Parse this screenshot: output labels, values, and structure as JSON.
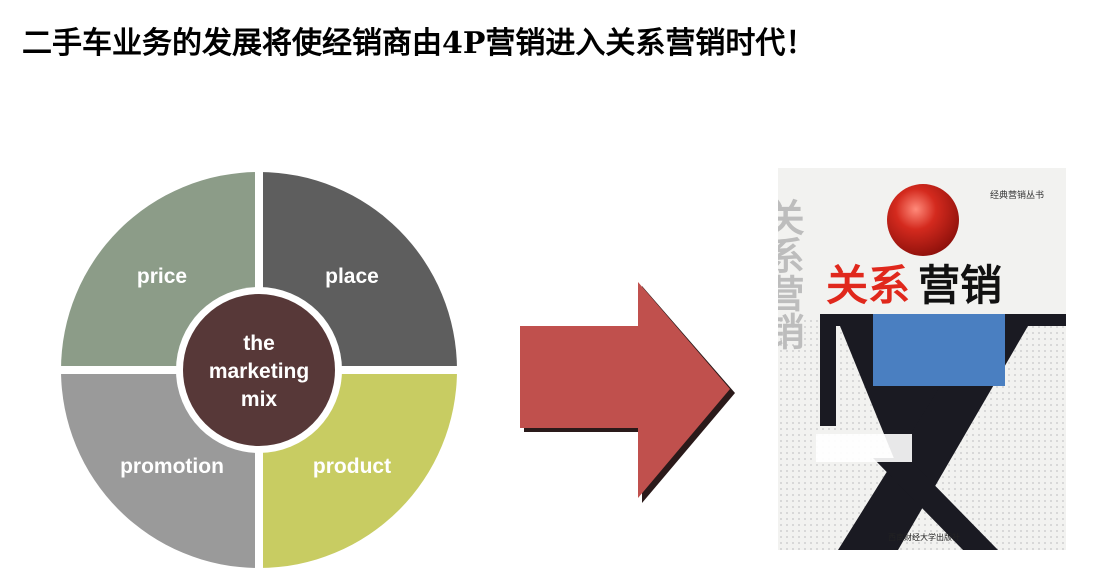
{
  "slide": {
    "title": "二手车业务的发展将使经销商由4P营销进入关系营销时代！"
  },
  "marketing_mix": {
    "center": [
      "the",
      "marketing",
      "mix"
    ],
    "quadrants": [
      {
        "label": "price",
        "color": "#8c9c88"
      },
      {
        "label": "place",
        "color": "#5e5e5e"
      },
      {
        "label": "promotion",
        "color": "#9a9a9a"
      },
      {
        "label": "product",
        "color": "#c8cc62"
      }
    ],
    "center_color": "#573838"
  },
  "arrow": {
    "color": "#c0504d",
    "direction": "right"
  },
  "book": {
    "series": "经典营销丛书",
    "title_red": "关系",
    "title_black": "营销",
    "side_text": "关系营销",
    "publisher": "西南财经大学出版社"
  }
}
